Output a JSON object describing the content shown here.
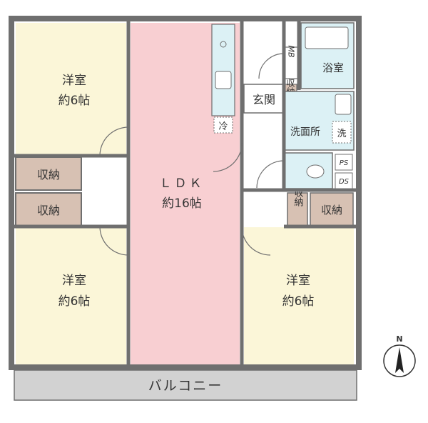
{
  "colors": {
    "background": "#ffffff",
    "wall": "#6f6f6f",
    "western_room": "#fbf6d8",
    "ldk": "#f8cfd2",
    "wet_area": "#dcf1f5",
    "storage": "#d7c1b3",
    "balcony": "#d2d2d2",
    "hall": "#ffffff"
  },
  "rooms": {
    "western_top_left": {
      "name": "洋室",
      "size": "約6帖"
    },
    "western_bottom_left": {
      "name": "洋室",
      "size": "約6帖"
    },
    "ldk": {
      "name": "ＬＤＫ",
      "size": "約16帖"
    },
    "western_bottom_right": {
      "name": "洋室",
      "size": "約6帖"
    },
    "entrance": "玄関",
    "washroom": "洗面所",
    "bathroom": "浴室",
    "balcony": "バルコニー"
  },
  "storage": {
    "left_upper": "収納",
    "left_lower": "収納",
    "right_small": "収納",
    "right_wide": "収納",
    "entrance": "収納"
  },
  "fixtures": {
    "fridge": "冷",
    "washer": "洗",
    "meter_box": "MB",
    "pipe_space": "PS",
    "duct_space": "DS"
  },
  "compass": {
    "north_label": "N"
  }
}
